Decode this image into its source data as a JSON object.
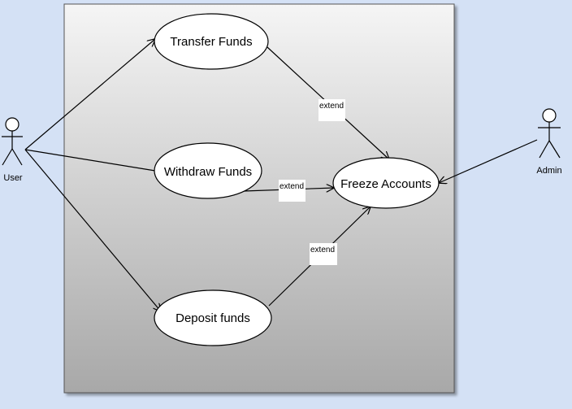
{
  "actors": {
    "user": {
      "label": "User"
    },
    "admin": {
      "label": "Admin"
    }
  },
  "use_cases": {
    "transfer": {
      "label": "Transfer Funds"
    },
    "withdraw": {
      "label": "Withdraw Funds"
    },
    "deposit": {
      "label": "Deposit funds"
    },
    "freeze": {
      "label": "Freeze Accounts"
    }
  },
  "relations": {
    "extend_transfer": {
      "label": "extend"
    },
    "extend_withdraw": {
      "label": "extend"
    },
    "extend_deposit": {
      "label": "extend"
    }
  },
  "colors": {
    "background": "#d4e1f5",
    "boundary_top": "#f5f5f5",
    "boundary_bottom": "#a8a8a8",
    "stroke": "#000000",
    "ellipse_fill": "#ffffff"
  }
}
